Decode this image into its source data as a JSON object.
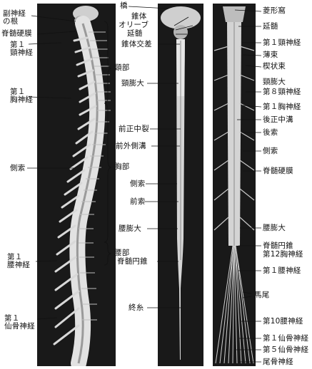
{
  "panel_lateral": {
    "labels": {
      "accessory_root_1": "副神経",
      "accessory_root_2": "の根",
      "dura": "脊髄硬膜",
      "c1_1": "第１",
      "c1_2": "頸神経",
      "t1_1": "第１",
      "t1_2": "胸神経",
      "lateral_funiculus": "側索",
      "l1_1": "第１",
      "l1_2": "腰神経",
      "s1_1": "第１",
      "s1_2": "仙骨神経"
    }
  },
  "panel_front": {
    "labels": {
      "pons": "橋",
      "pyramid": "錐体",
      "olive": "オリーブ",
      "medulla": "延髄",
      "pyramidal_decussation": "錐体交差",
      "cervical_enlargement": "頸膨大",
      "anterior_median_fissure": "前正中裂",
      "anterolateral_sulcus": "前外側溝",
      "lateral_funiculus": "側索",
      "anterior_funiculus": "前索",
      "lumbar_enlargement": "腰膨大",
      "conus_medullaris": "脊髄円錐",
      "filum_terminale": "終糸"
    }
  },
  "regions": {
    "cervical": "頸部",
    "thoracic": "胸部",
    "lumbar": "腰部"
  },
  "panel_back": {
    "labels": {
      "rhomboid_fossa": "菱形窩",
      "medulla": "延髄",
      "c1": "第１頸神経",
      "gracile": "薄束",
      "cuneate": "楔状束",
      "cervical_enlargement": "頸膨大",
      "c8": "第８頸神経",
      "t1": "第１胸神経",
      "posterior_median_sulcus": "後正中溝",
      "posterior_funiculus": "後索",
      "lateral_funiculus": "側索",
      "dura": "脊髄硬膜",
      "lumbar_enlargement": "腰膨大",
      "conus_medullaris": "脊髄円錐",
      "t12": "第12胸神経",
      "l1": "第１腰神経",
      "cauda_equina": "馬尾",
      "l10": "第10腰神経",
      "s1": "第１仙骨神経",
      "s5": "第５仙骨神経",
      "coccygeal": "尾骨神経"
    }
  }
}
